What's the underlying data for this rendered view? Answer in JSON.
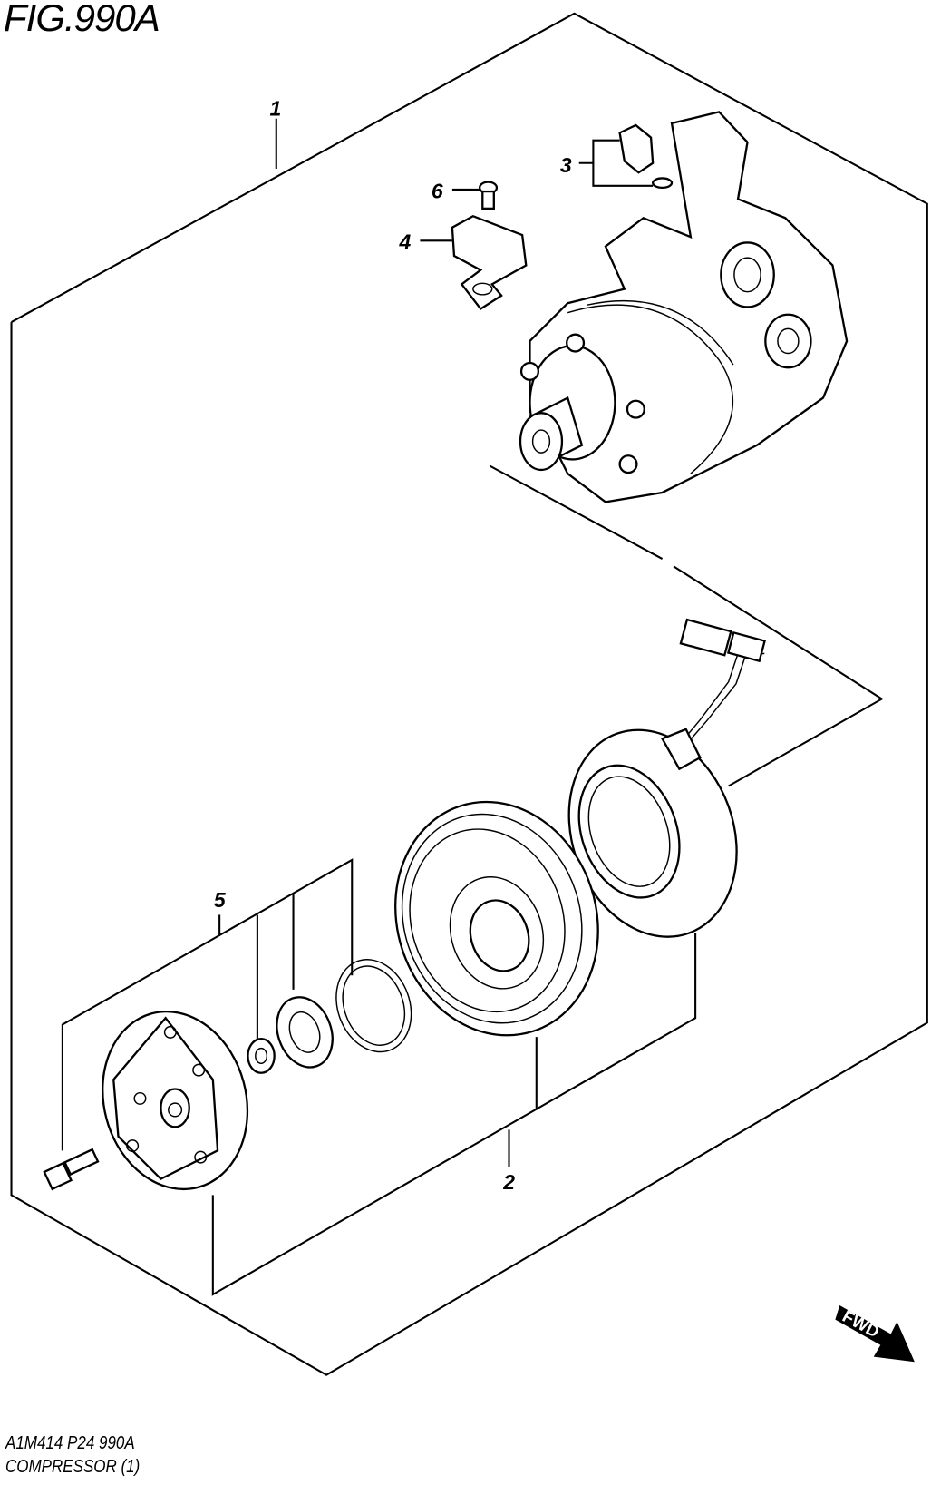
{
  "figure": {
    "title": "FIG.990A"
  },
  "footer": {
    "code": "A1M414 P24 990A",
    "caption": "COMPRESSOR (1)"
  },
  "callouts": {
    "c1": "1",
    "c2": "2",
    "c3": "3",
    "c4": "4",
    "c5": "5",
    "c6": "6"
  },
  "direction_badge": {
    "label": "FWD"
  }
}
